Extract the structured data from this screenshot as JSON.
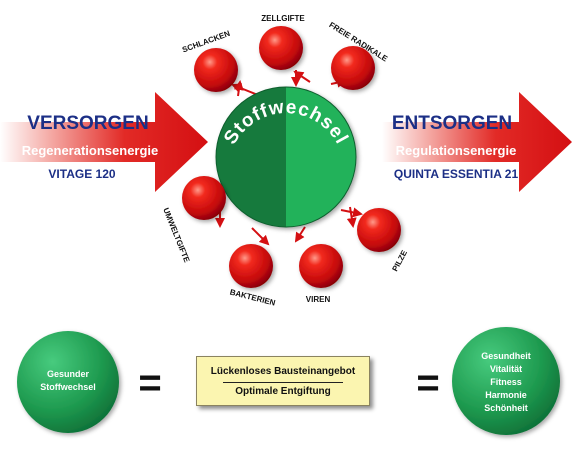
{
  "center": {
    "label": "Stoffwechsel"
  },
  "left_panel": {
    "title": "VERSORGEN",
    "subtitle": "Regenerationsenergie",
    "product": "VITAGE 120"
  },
  "right_panel": {
    "title": "ENTSORGEN",
    "subtitle": "Regulationsenergie",
    "product": "QUINTA ESSENTIA 21"
  },
  "outflow": [
    "SCHLACKEN",
    "ZELLGIFTE",
    "FREIE RADIKALE"
  ],
  "inflow": [
    "UMWELTGIFTE",
    "BAKTERIEN",
    "VIREN",
    "PILZE"
  ],
  "equation": {
    "left_circle": [
      "Gesunder",
      "Stoffwechsel"
    ],
    "equals": "=",
    "box_lines": [
      "Lückenloses Bausteinangebot",
      "Optimale Entgiftung"
    ],
    "right_circle": [
      "Gesundheit",
      "Vitalität",
      "Fitness",
      "Harmonie",
      "Schönheit"
    ]
  },
  "colors": {
    "green": "#1f9a4e",
    "red": "#d40f12",
    "navy": "#1c2f86",
    "box": "#fbf5b0"
  }
}
